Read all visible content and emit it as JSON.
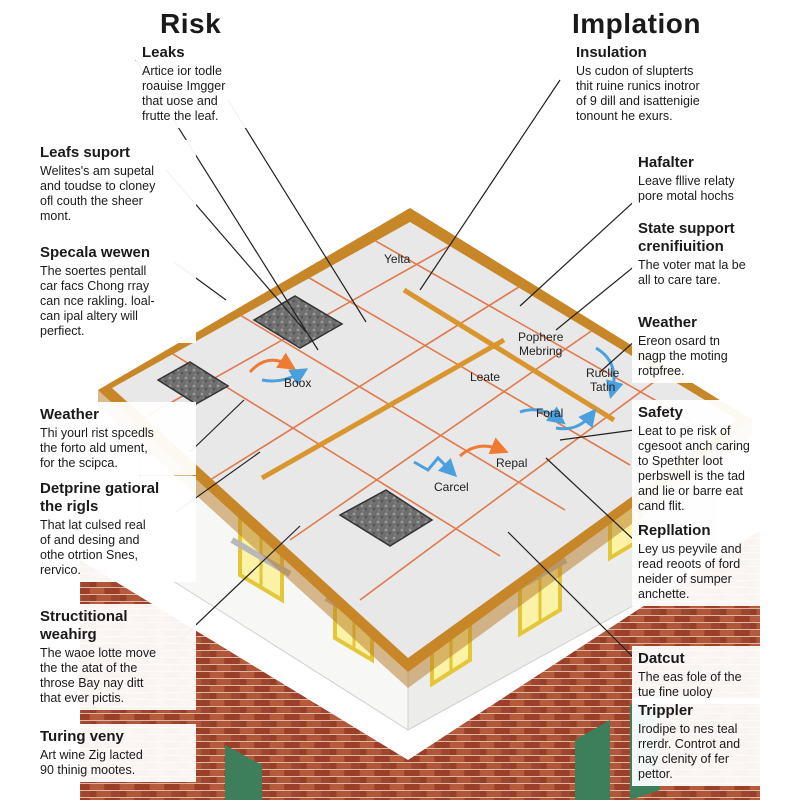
{
  "titles": {
    "left": "Risk",
    "right": "Implation"
  },
  "left_callouts": [
    {
      "title": "Leaks",
      "body": "Artice ior todle\nroauise Imgger\nthat uose and\nfrutte the leaf."
    },
    {
      "title": "Leafs suport",
      "body": "Welites's am supetal\nand toudse to cloney\nofl couth the sheer\nmont."
    },
    {
      "title": "Specala wewen",
      "body": "The soertes pentall\ncar facs Chong rray\ncan nce rakling. loal-\ncan ipal altery will\nperfiect."
    },
    {
      "title": "Weather",
      "body": "Thi yourl rist spcedls\nthe forto ald ument,\nfor the scipca."
    },
    {
      "title": "Detprine gatioral\nthe rigls",
      "body": "That lat culsed real\nof and desing and\nothe otrtion Snes,\nrervico."
    },
    {
      "title": "Structitional\nweahirg",
      "body": "The waoe lotte move\nthe the atat of the\nthrose Bay nay ditt\nthat ever pictis."
    },
    {
      "title": "Turing veny",
      "body": "Art wine Zig lacted\n90 thinig mootes."
    }
  ],
  "right_callouts": [
    {
      "title": "Insulation",
      "body": "Us cudon of slupterts\nthit ruine runics inotror\nof 9 dill and isattenigie\ntonount he exurs."
    },
    {
      "title": "Hafalter",
      "body": "Leave fllive relaty\npore motal hochs"
    },
    {
      "title": "State support\ncrenifiuition",
      "body": "The voter mat la be\nall to care tare."
    },
    {
      "title": "Weather",
      "body": "Ereon osard tn\nnagp the moting\nrotpfree."
    },
    {
      "title": "Safety",
      "body": "Leat to pe risk of\ncgesoot anch caring\nto Spethter loot\nperbswell is the tad\nand lie or barre eat\ncand flit."
    },
    {
      "title": "Repllation",
      "body": "Ley us peyvile and\nread reoots of ford\nneider of sumper\nanchette."
    },
    {
      "title": "Datcut",
      "body": "The eas fole of the\ntue fine uoloy"
    },
    {
      "title": "Trippler",
      "body": "Irodipe to nes teal\nrrerdr. Controt and\nnay clenity of fer\npettor."
    }
  ],
  "roof_labels": {
    "a": "Yelta",
    "b": "Pophere\nMebring",
    "c": "Boox",
    "d": "Leate",
    "e": "Ruclie\nTatin",
    "f": "Foral",
    "g": "Repal",
    "h": "Carcel"
  },
  "colors": {
    "roof_trim": "#d9952e",
    "roof_grid": "#e07a4c",
    "roof_fill": "#e8e8e8",
    "brick": "#a2482f",
    "wall": "#f7f7f5",
    "window_frame": "#e3c63a",
    "arrow_orange": "#f07a32",
    "arrow_blue": "#4aa0dc",
    "shutter": "#3d7f5a",
    "leader": "#222222"
  }
}
